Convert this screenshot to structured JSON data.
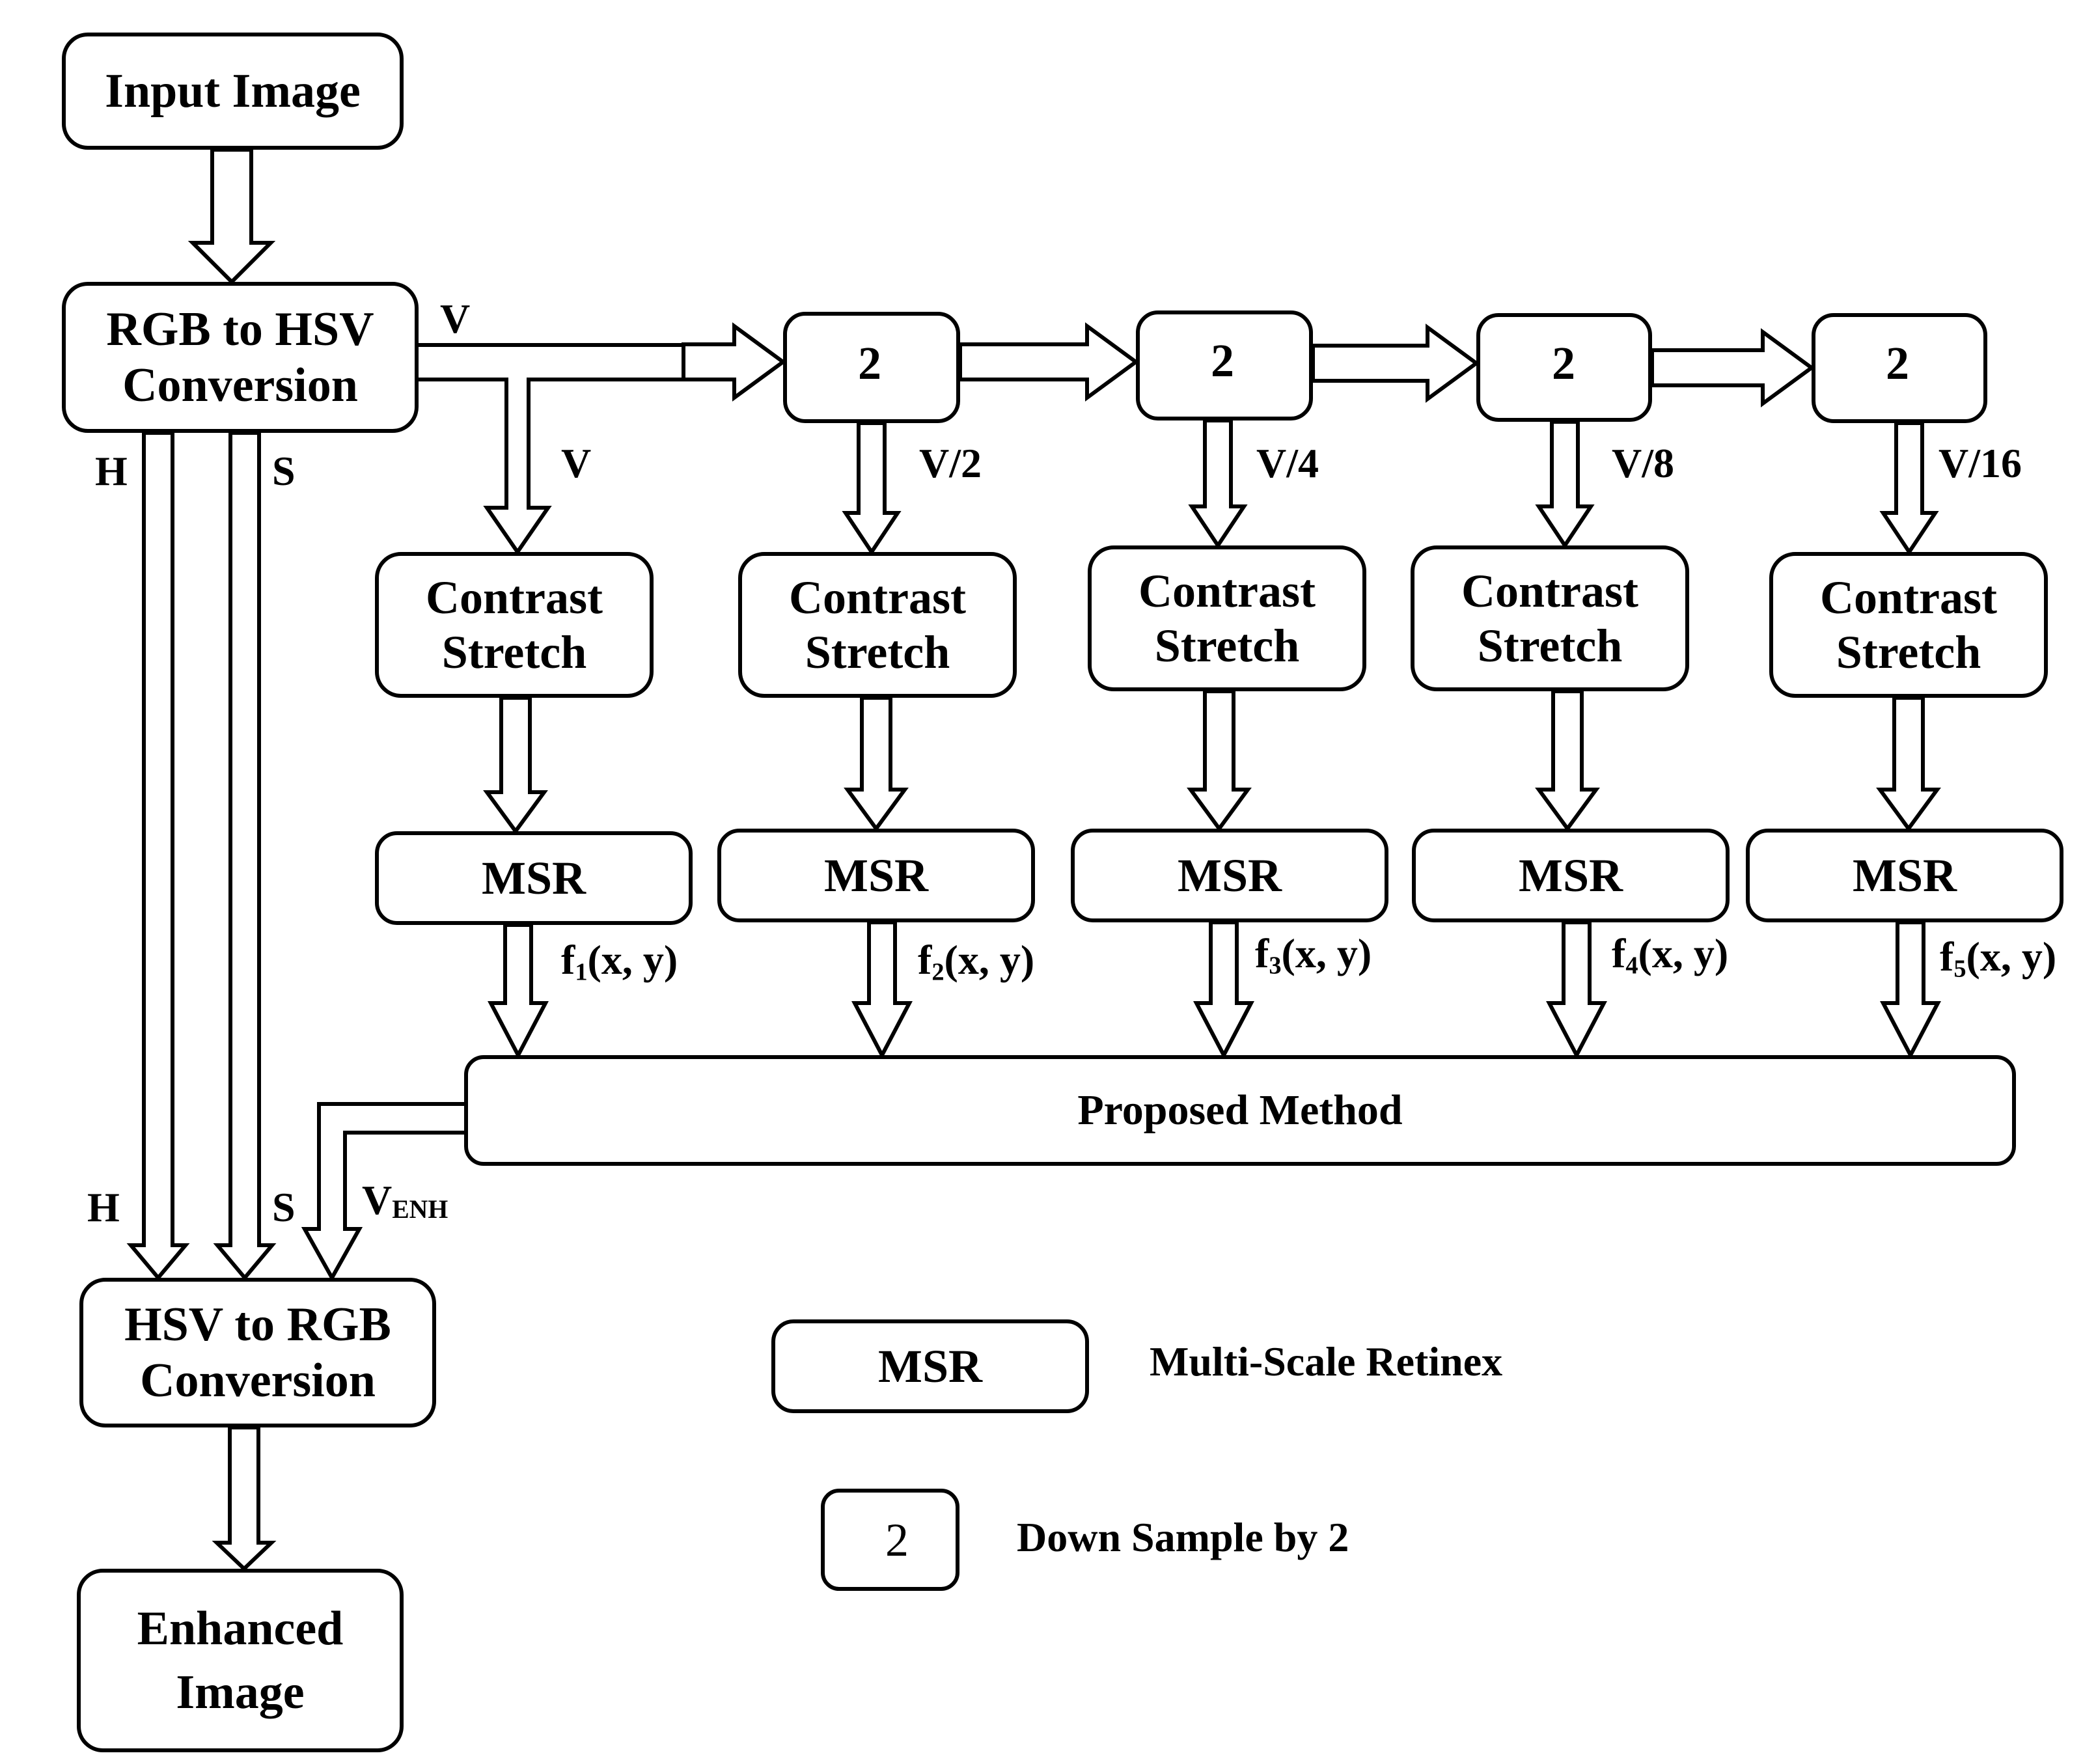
{
  "title": "Multi-scale retinex enhancement pipeline",
  "nodes": {
    "input": "Input Image",
    "rgb2hsv_line1": "RGB to HSV",
    "rgb2hsv_line2": "Conversion",
    "hsv2rgb_line1": "HSV to RGB",
    "hsv2rgb_line2": "Conversion",
    "enhanced_line1": "Enhanced",
    "enhanced_line2": "Image",
    "proposed": "Proposed Method",
    "downsample_factor": "2",
    "contrast_line1": "Contrast",
    "contrast_line2": "Stretch",
    "msr": "MSR"
  },
  "edge_labels": {
    "v_top": "V",
    "v_branch": "V",
    "h_top": "H",
    "s_top": "S",
    "h_bottom": "H",
    "s_bottom": "S",
    "venh_main": "V",
    "venh_sub": "ENH",
    "scales": [
      "V/2",
      "V/4",
      "V/8",
      "V/16"
    ],
    "outputs": [
      {
        "f": "f",
        "sub": "1",
        "args": "(x, y)"
      },
      {
        "f": "f",
        "sub": "2",
        "args": "(x, y)"
      },
      {
        "f": "f",
        "sub": "3",
        "args": "(x, y)"
      },
      {
        "f": "f",
        "sub": "4",
        "args": "(x, y)"
      },
      {
        "f": "f",
        "sub": "5",
        "args": "(x, y)"
      }
    ]
  },
  "legend": {
    "msr_symbol": "MSR",
    "msr_text": "Multi-Scale Retinex",
    "ds_symbol": "2",
    "ds_text": "Down Sample by 2"
  }
}
